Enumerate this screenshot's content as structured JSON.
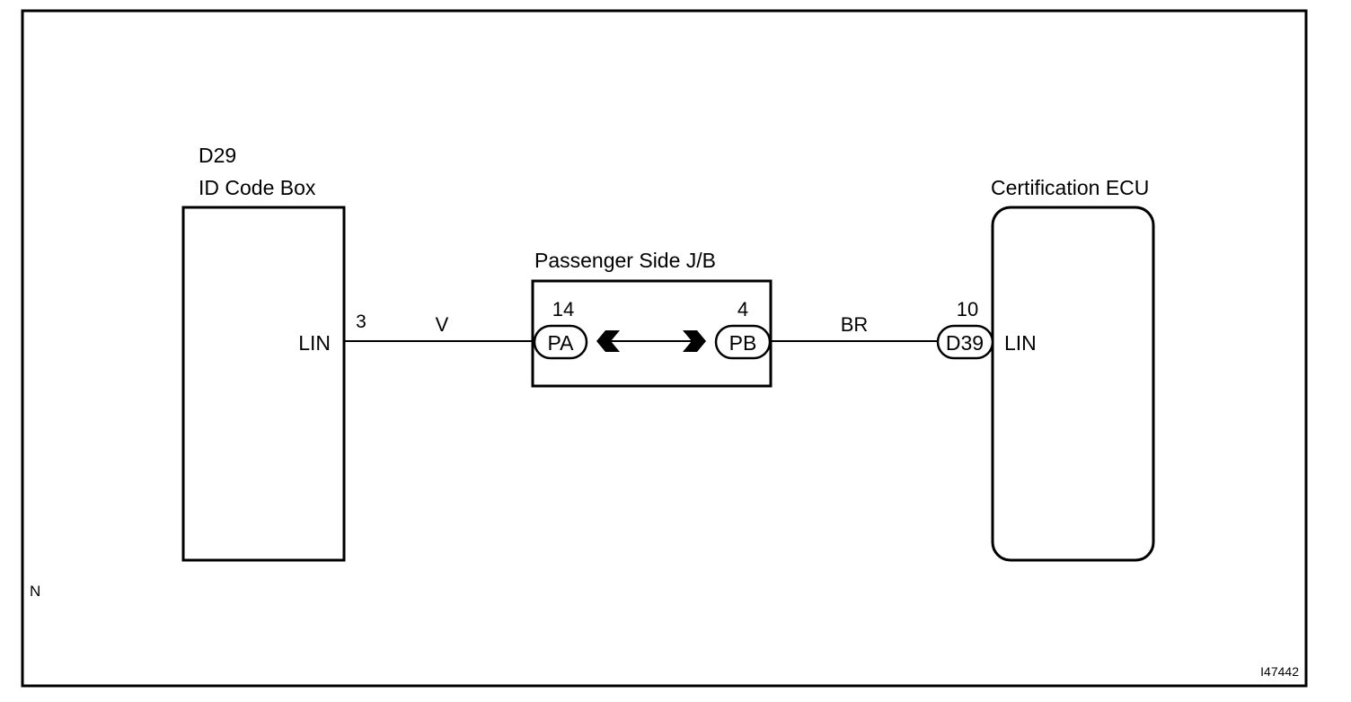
{
  "components": {
    "id_code_box": {
      "code": "D29",
      "name": "ID Code Box",
      "pin_label": "LIN",
      "pin_number": "3"
    },
    "junction_block": {
      "name": "Passenger Side J/B",
      "left_pin_number": "14",
      "left_connector": "PA",
      "right_pin_number": "4",
      "right_connector": "PB"
    },
    "certification_ecu": {
      "name": "Certification ECU",
      "connector": "D39",
      "pin_number": "10",
      "pin_label": "LIN"
    }
  },
  "wires": {
    "left_wire_color": "V",
    "right_wire_color": "BR"
  },
  "corner_mark": "N",
  "figure_id": "I47442"
}
